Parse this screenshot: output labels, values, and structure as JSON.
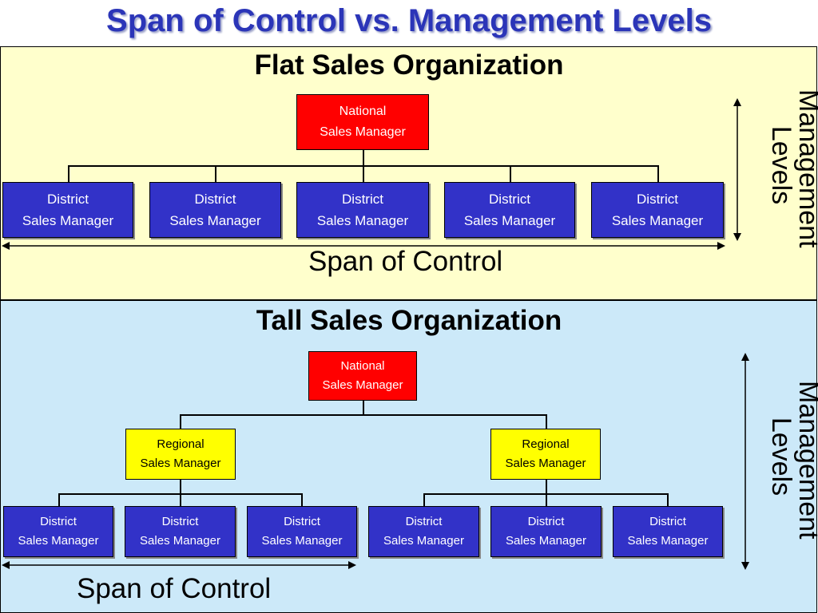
{
  "title": "Span of Control vs. Management Levels",
  "flat": {
    "heading": "Flat Sales Organization",
    "top": {
      "line1": "National",
      "line2": "Sales Manager"
    },
    "districts": [
      {
        "line1": "District",
        "line2": "Sales Manager"
      },
      {
        "line1": "District",
        "line2": "Sales Manager"
      },
      {
        "line1": "District",
        "line2": "Sales Manager"
      },
      {
        "line1": "District",
        "line2": "Sales Manager"
      },
      {
        "line1": "District",
        "line2": "Sales Manager"
      }
    ],
    "span_label": "Span of Control",
    "levels_label": {
      "line1": "Management",
      "line2": "Levels"
    }
  },
  "tall": {
    "heading": "Tall Sales Organization",
    "top": {
      "line1": "National",
      "line2": "Sales Manager"
    },
    "regionals": [
      {
        "line1": "Regional",
        "line2": "Sales Manager"
      },
      {
        "line1": "Regional",
        "line2": "Sales Manager"
      }
    ],
    "districts": [
      {
        "line1": "District",
        "line2": "Sales Manager"
      },
      {
        "line1": "District",
        "line2": "Sales Manager"
      },
      {
        "line1": "District",
        "line2": "Sales Manager"
      },
      {
        "line1": "District",
        "line2": "Sales Manager"
      },
      {
        "line1": "District",
        "line2": "Sales Manager"
      },
      {
        "line1": "District",
        "line2": "Sales Manager"
      }
    ],
    "span_label": "Span of Control",
    "levels_label": {
      "line1": "Management",
      "line2": "Levels"
    }
  },
  "colors": {
    "title": "#2b35b8",
    "national": "#ff0000",
    "regional": "#ffff00",
    "district": "#3232c8",
    "flat_background": "#ffffcc",
    "tall_background": "#cce9f9"
  }
}
